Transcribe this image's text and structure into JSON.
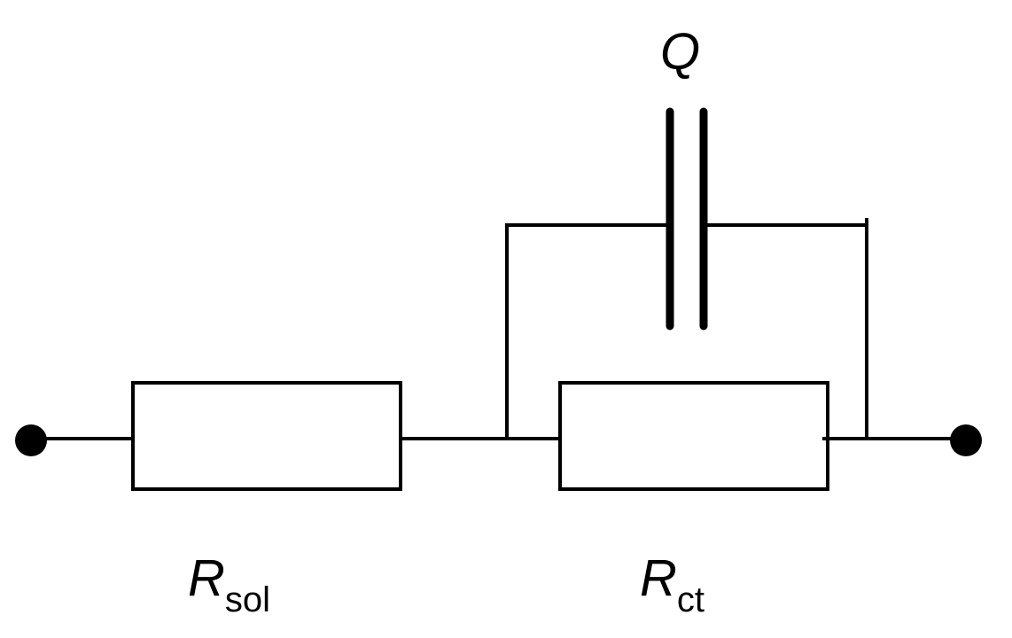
{
  "components": {
    "r_sol": {
      "symbol": "R",
      "subscript": "sol"
    },
    "r_ct": {
      "symbol": "R",
      "subscript": "ct"
    },
    "cpe": {
      "symbol": "Q"
    }
  },
  "colors": {
    "line": "#000000",
    "background": "#ffffff"
  }
}
